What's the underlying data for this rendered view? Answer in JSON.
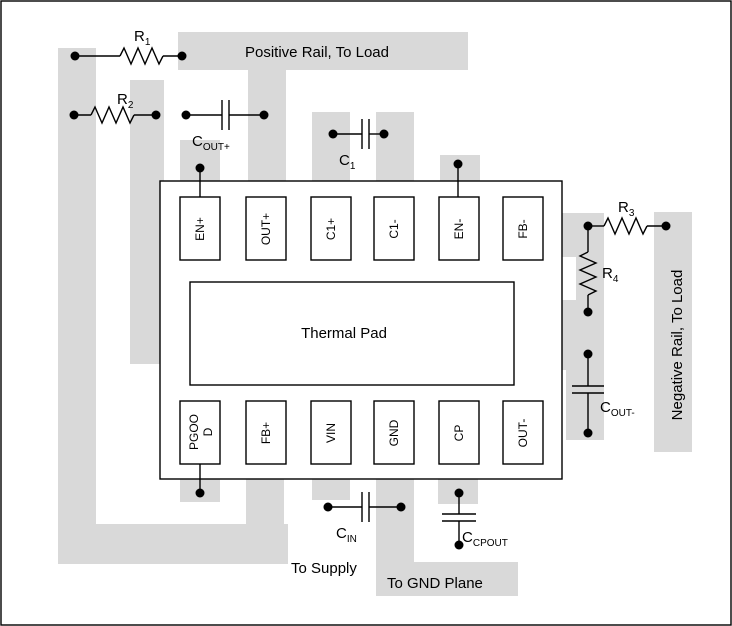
{
  "pins_top": [
    "EN+",
    "OUT+",
    "C1+",
    "C1-",
    "EN-",
    "FB-"
  ],
  "pins_bottom": [
    "PGOOD",
    "FB+",
    "VIN",
    "GND",
    "CP",
    "OUT-"
  ],
  "pgood_lines": [
    "PGOO",
    "D"
  ],
  "thermal_pad": "Thermal  Pad",
  "labels": {
    "positive_rail": "Positive Rail, To Load",
    "negative_rail": "Negative Rail, To Load",
    "to_supply": "To Supply",
    "to_gnd_plane": "To GND Plane"
  },
  "components": {
    "r1": {
      "base": "R",
      "sub": "1"
    },
    "r2": {
      "base": "R",
      "sub": "2"
    },
    "r3": {
      "base": "R",
      "sub": "3"
    },
    "r4": {
      "base": "R",
      "sub": "4"
    },
    "c1": {
      "base": "C",
      "sub": "1"
    },
    "cout_plus": {
      "base": "C",
      "sub": "OUT+"
    },
    "cout_minus": {
      "base": "C",
      "sub": "OUT-"
    },
    "cin": {
      "base": "C",
      "sub": "IN"
    },
    "ccpout": {
      "base": "C",
      "sub": "CPOUT"
    }
  },
  "colors": {
    "trace": "#d9d9d9",
    "line": "#000000",
    "background": "#ffffff"
  }
}
